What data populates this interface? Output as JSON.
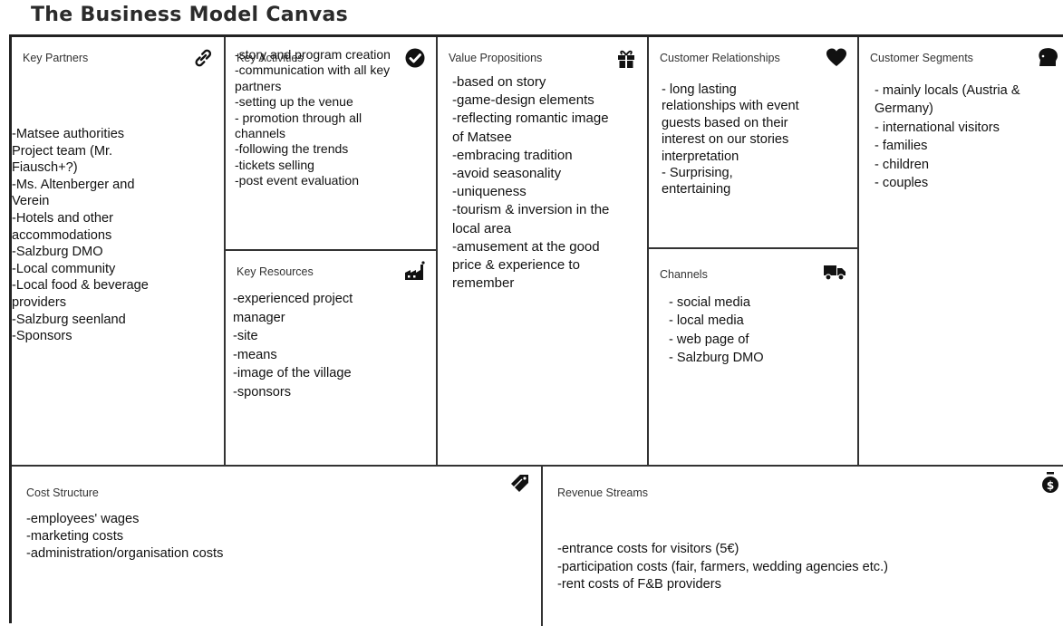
{
  "title": "The Business Model Canvas",
  "colors": {
    "border": "#222222",
    "icon": "#111111",
    "header_text": "#333333"
  },
  "sections": {
    "key_partners": {
      "header": "Key Partners",
      "icon": "link-icon",
      "items": [
        "-Matsee authorities",
        "Project team (Mr.",
        "Fiausch+?)",
        "-Ms. Altenberger and",
        "Verein",
        "-Hotels and other",
        "accommodations",
        "-Salzburg DMO",
        "-Local community",
        "-Local food & beverage",
        "providers",
        "-Salzburg seenland",
        "-Sponsors"
      ]
    },
    "key_activities": {
      "header": "Key Activities",
      "icon": "check-circle-icon",
      "items": [
        "-story and program creation",
        "-communication with all key",
        "partners",
        "-setting up the venue",
        "- promotion through all",
        "channels",
        "-following the trends",
        "-tickets selling",
        "-post event evaluation"
      ]
    },
    "key_resources": {
      "header": "Key Resources",
      "icon": "factory-icon",
      "items": [
        "-experienced project",
        "manager",
        "-site",
        "-means",
        "-image of the village",
        "-sponsors"
      ]
    },
    "value_propositions": {
      "header": "Value Propositions",
      "icon": "gift-icon",
      "items": [
        "-based on story",
        "-game-design elements",
        "-reflecting romantic image",
        "of Matsee",
        "-embracing tradition",
        "-avoid seasonality",
        "-uniqueness",
        "-tourism & inversion in the",
        "local area",
        "-amusement at the good",
        "price & experience to",
        "remember"
      ]
    },
    "customer_relationships": {
      "header": "Customer Relationships",
      "icon": "heart-icon",
      "items": [
        "- long lasting",
        "relationships with event",
        "guests based on their",
        "interest on our stories",
        "interpretation",
        "- Surprising,",
        "entertaining"
      ]
    },
    "channels": {
      "header": "Channels",
      "icon": "truck-icon",
      "items": [
        "- social media",
        "- local media",
        "- web page of",
        "- Salzburg DMO"
      ]
    },
    "customer_segments": {
      "header": "Customer Segments",
      "icon": "head-icon",
      "items": [
        "- mainly locals (Austria &",
        "Germany)",
        "- international visitors",
        "- families",
        "- children",
        "- couples"
      ]
    },
    "cost_structure": {
      "header": "Cost Structure",
      "icon": "tag-icon",
      "items": [
        "-employees' wages",
        "-marketing costs",
        "-administration/organisation costs"
      ]
    },
    "revenue_streams": {
      "header": "Revenue Streams",
      "icon": "money-bag-icon",
      "items": [
        "-entrance costs for visitors (5€)",
        "-participation costs (fair, farmers, wedding agencies etc.)",
        "-rent costs of F&B providers"
      ]
    }
  }
}
